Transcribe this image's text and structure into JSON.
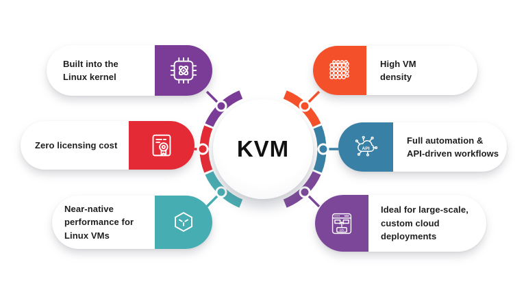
{
  "center": {
    "label": "KVM"
  },
  "palette": {
    "background": "#ffffff",
    "text": "#1d1d1f"
  },
  "features": [
    {
      "label": "Built into the\nLinux kernel",
      "color": "#7A3C96",
      "icon": "chip-icon",
      "side": "left"
    },
    {
      "label": "Zero licensing cost",
      "color": "#E42B35",
      "icon": "certificate-icon",
      "side": "left"
    },
    {
      "label": "Near-native\nperformance for\nLinux VMs",
      "color": "#46ADB2",
      "icon": "cube-icon",
      "side": "left"
    },
    {
      "label": "High VM\ndensity",
      "color": "#F4512B",
      "icon": "vm-density-icon",
      "side": "right"
    },
    {
      "label": "Full automation &\nAPI-driven workflows",
      "color": "#3880A5",
      "icon": "api-icon",
      "icon_text": "API",
      "side": "right"
    },
    {
      "label": "Ideal for large-scale,\ncustom cloud\ndeployments",
      "color": "#7C4699",
      "icon": "code-window-icon",
      "icon_text": "</>",
      "side": "right"
    }
  ]
}
